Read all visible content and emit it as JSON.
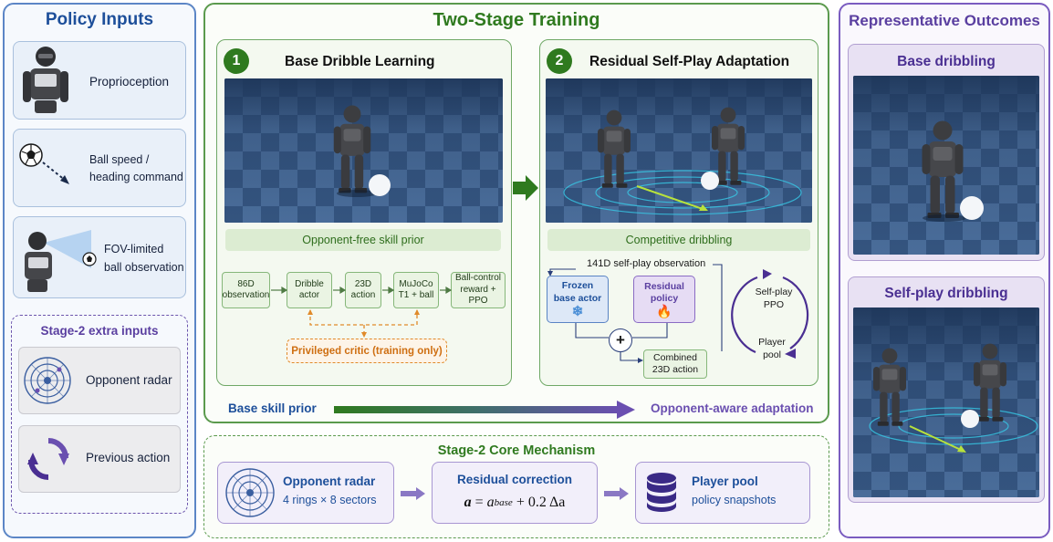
{
  "policy_inputs": {
    "title": "Policy Inputs",
    "items": [
      {
        "label": "Proprioception"
      },
      {
        "label_line1": "Ball speed /",
        "label_line2": "heading command"
      },
      {
        "label_line1": "FOV-limited",
        "label_line2": "ball observation"
      }
    ],
    "extra": {
      "title": "Stage-2 extra inputs",
      "items": [
        {
          "label": "Opponent radar"
        },
        {
          "label": "Previous action"
        }
      ]
    }
  },
  "training": {
    "title": "Two-Stage Training",
    "stage1": {
      "number": "1",
      "title": "Base Dribble Learning",
      "caption": "Opponent-free skill prior",
      "flow": [
        {
          "line1": "86D",
          "line2": "observation"
        },
        {
          "line1": "Dribble",
          "line2": "actor"
        },
        {
          "line1": "23D",
          "line2": "action"
        },
        {
          "line1": "MuJoCo",
          "line2": "T1 + ball"
        },
        {
          "line1": "Ball-control",
          "line2": "reward + PPO"
        }
      ],
      "critic": "Privileged critic (training only)"
    },
    "stage2": {
      "number": "2",
      "title": "Residual Self-Play Adaptation",
      "caption": "Competitive dribbling",
      "obs_label": "141D self-play observation",
      "frozen": {
        "line1": "Frozen",
        "line2": "base actor"
      },
      "residual": {
        "line1": "Residual",
        "line2": "policy"
      },
      "plus": "+",
      "combined": {
        "line1": "Combined",
        "line2": "23D action"
      },
      "selfplay": {
        "line1": "Self-play",
        "line2": "PPO"
      },
      "pool": {
        "line1": "Player",
        "line2": "pool"
      }
    },
    "progress": {
      "left": "Base skill prior",
      "right": "Opponent-aware adaptation"
    }
  },
  "mechanism": {
    "title": "Stage-2 Core Mechanism",
    "radar": {
      "title": "Opponent radar",
      "sub": "4 rings × 8 sectors"
    },
    "residual": {
      "title": "Residual correction",
      "formula_a": "a",
      "formula_eq": " = ",
      "formula_base": "a",
      "formula_sub": "base",
      "formula_rest": " + 0.2 Δa"
    },
    "pool": {
      "title": "Player pool",
      "sub": "policy snapshots"
    }
  },
  "outcomes": {
    "title": "Representative Outcomes",
    "base": "Base dribbling",
    "selfplay": "Self-play dribbling"
  },
  "colors": {
    "blue": "#1d4f9a",
    "green": "#2f7a1f",
    "purple": "#5a3fa0",
    "orange": "#e08a2a",
    "red_flame": "#e4532a",
    "snow": "#4b8fd6"
  }
}
